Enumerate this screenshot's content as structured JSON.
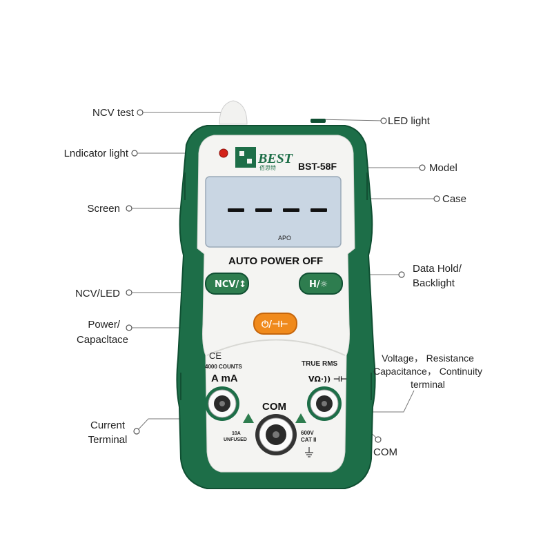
{
  "callouts": {
    "ncv_test": "NCV test",
    "indicator_light": "Lndicator light",
    "screen": "Screen",
    "ncv_led": "NCV/LED",
    "power_line1": "Power/",
    "power_line2": "Capacltace",
    "current_line1": "Current",
    "current_line2": "Terminal",
    "led_light": "LED light",
    "model": "Model",
    "case": "Case",
    "data_hold_line1": "Data Hold/",
    "data_hold_line2": "Backlight",
    "vrc_line1": "Voltage， Resistance",
    "vrc_line2": "Capacitance， Continuity",
    "vrc_line3": "terminal",
    "com": "COM"
  },
  "device": {
    "brand": "BEST",
    "brand_sub": "佰思特",
    "model": "BST-58F",
    "display_digits": "- - - -",
    "display_apo": "APO",
    "auto_power_off": "AUTO POWER OFF",
    "ncv_button": "NCV/↕",
    "hold_button": "H/☼",
    "power_button": "⏻/⊣⊢",
    "ce_mark": "CE",
    "counts": "4000 COUNTS",
    "true_rms": "TRUE RMS",
    "amp_label": "A mA",
    "volt_label": "VΩ·)) ⊣⊢",
    "com_label": "COM",
    "fuse_label_1": "10A",
    "fuse_label_2": "UNFUSED",
    "cat_label_1": "600V",
    "cat_label_2": "CAT II"
  },
  "colors": {
    "case_green": "#1d6e48",
    "case_dark": "#0f4f32",
    "panel": "#f4f4f2",
    "lcd": "#c9d6e3",
    "button_green": "#2e7d4f",
    "power_orange": "#f08a1c",
    "text_dark": "#222222"
  }
}
